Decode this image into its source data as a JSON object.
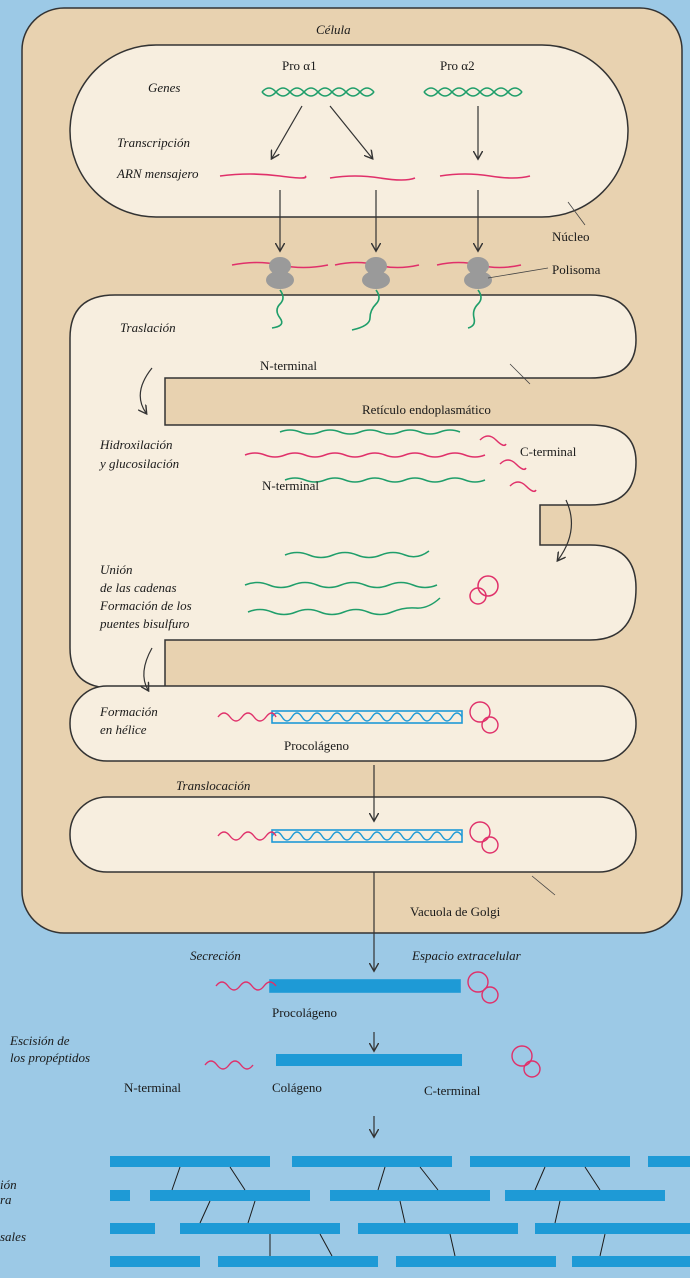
{
  "colors": {
    "background": "#9cc9e6",
    "cell": "#e8d2b0",
    "organelle": "#f7eedf",
    "green_chain": "#1f9e6a",
    "red_chain": "#e0306a",
    "helix_blue": "#1e9ad6",
    "ribosome": "#9a9a9a"
  },
  "labels": {
    "celula": "Célula",
    "genes": "Genes",
    "pro_a1": "Pro α1",
    "pro_a2": "Pro α2",
    "transcripcion": "Transcripción",
    "arn": "ARN mensajero",
    "nucleo": "Núcleo",
    "polisoma": "Polisoma",
    "traslacion": "Traslación",
    "n_terminal_1": "N-terminal",
    "reticulo": "Retículo endoplasmático",
    "hidroxilacion_1": "Hidroxilación",
    "hidroxilacion_2": "y glucosilación",
    "c_terminal_1": "C-terminal",
    "n_terminal_2": "N-terminal",
    "union_1": "Unión",
    "union_2": "de las cadenas",
    "union_3": "Formación de los",
    "union_4": "puentes bisulfuro",
    "helice_1": "Formación",
    "helice_2": "en hélice",
    "procolageno_1": "Procolágeno",
    "translocacion": "Translocación",
    "golgi": "Vacuola de Golgi",
    "secrecion": "Secreción",
    "espacio": "Espacio extracelular",
    "procolageno_2": "Procolágeno",
    "escision_1": "Escisión de",
    "escision_2": "los propéptidos",
    "n_terminal_3": "N-terminal",
    "colageno": "Colágeno",
    "c_terminal_2": "C-terminal",
    "left_1": "ión",
    "left_2": "ra",
    "left_3": "sales"
  }
}
